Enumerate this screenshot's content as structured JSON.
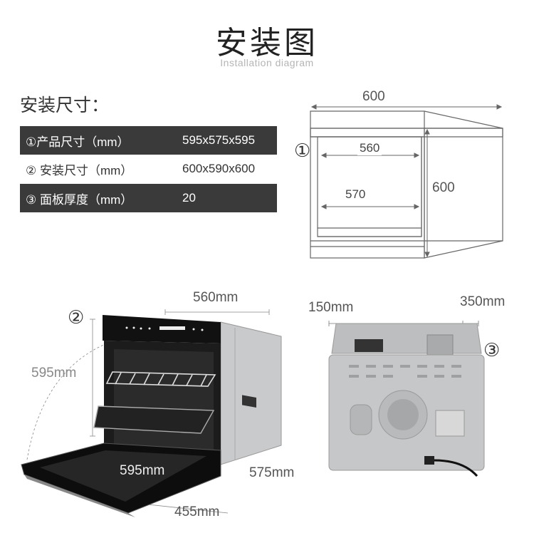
{
  "title": {
    "cn": "安装图",
    "en": "Installation diagram"
  },
  "specs": {
    "heading": "安装尺寸：",
    "rows": [
      {
        "label": "①产品尺寸（mm）",
        "value": "595x575x595",
        "style": "dark"
      },
      {
        "label": "② 安装尺寸（mm）",
        "value": "600x590x600",
        "style": "light"
      },
      {
        "label": "③ 面板厚度（mm）",
        "value": "20",
        "style": "dark"
      }
    ]
  },
  "cabinet": {
    "marker": "①",
    "width": "600",
    "inner_top": "560",
    "inner_bottom": "570",
    "height": "600"
  },
  "oven_front": {
    "marker": "②",
    "width": "560mm",
    "height": "595mm",
    "front_width": "595mm",
    "depth": "575mm",
    "door": "455mm"
  },
  "oven_back": {
    "marker": "③",
    "left_offset": "150mm",
    "right_offset": "350mm"
  },
  "colors": {
    "dark_row": "#3a3a3a",
    "line": "#666666",
    "steel": "#c9cacc"
  }
}
